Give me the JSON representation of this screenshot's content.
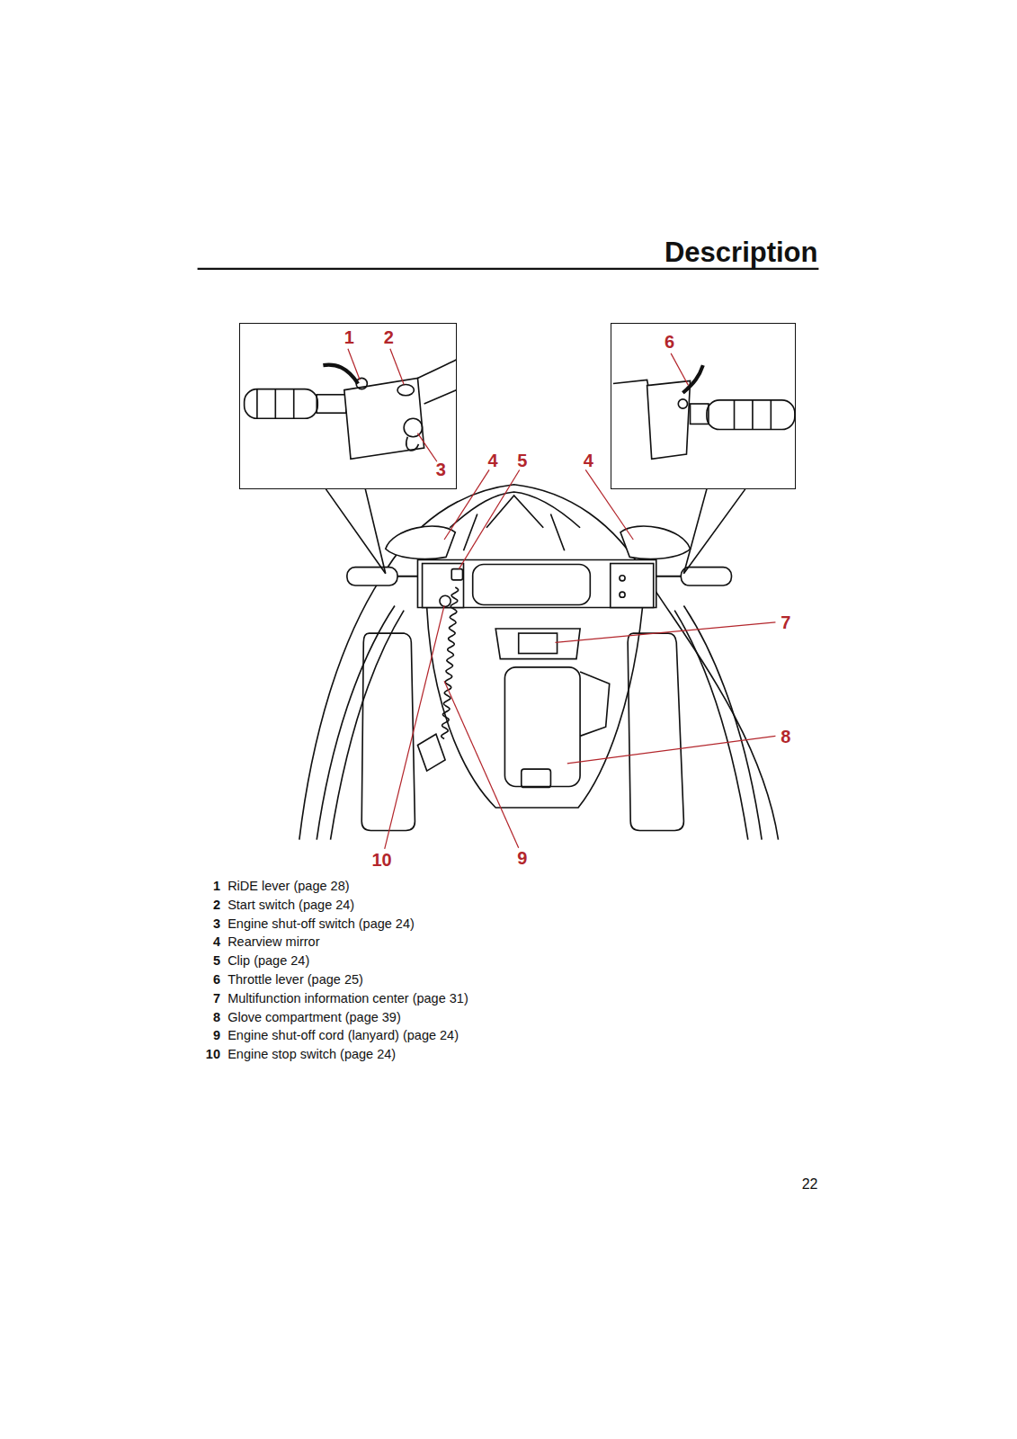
{
  "diagram": {
    "title": "Description",
    "nodes": [
      {
        "text": [
          "1",
          "2",
          "3"
        ]
      },
      {
        "text": [
          "6"
        ]
      }
    ],
    "labels": [
      "4",
      "5",
      "4",
      "7",
      "8",
      "10",
      "9",
      "1",
      "RiDE lever (page 28)",
      "2",
      "Start switch (page 24)",
      "3",
      "Engine shut-off switch (page 24)",
      "4",
      "Rearview mirror",
      "5",
      "Clip (page 24)",
      "6",
      "Throttle lever (page 25)",
      "7",
      "Multifunction information center (page 31)",
      "8",
      "Glove compartment (page 39)",
      "9",
      "Engine shut-off cord (lanyard) (page 24)",
      "10",
      "Engine stop switch (page 24)",
      "22"
    ]
  }
}
